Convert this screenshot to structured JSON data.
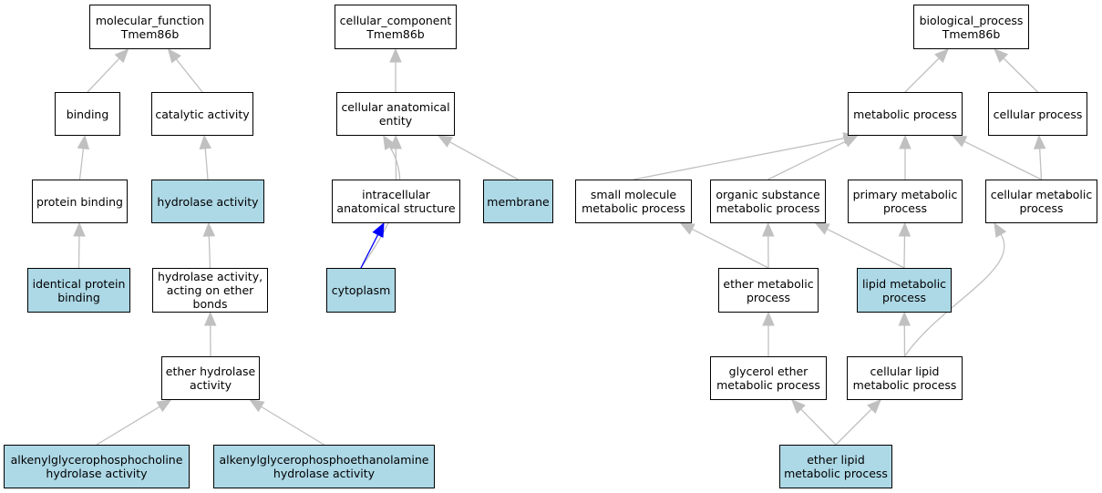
{
  "colors": {
    "highlight_fill": "#add8e6",
    "default_fill": "#ffffff",
    "edge": "#c0c0c0",
    "edge_emphasis": "#0000ff"
  },
  "nodes": {
    "mf_root": {
      "label": "molecular_function\nTmem86b",
      "highlighted": false
    },
    "binding": {
      "label": "binding",
      "highlighted": false
    },
    "catalytic": {
      "label": "catalytic activity",
      "highlighted": false
    },
    "protein_binding": {
      "label": "protein binding",
      "highlighted": false
    },
    "hydrolase": {
      "label": "hydrolase activity",
      "highlighted": true
    },
    "identical_binding": {
      "label": "identical protein\nbinding",
      "highlighted": true
    },
    "hydrolase_ether": {
      "label": "hydrolase activity,\nacting on ether\nbonds",
      "highlighted": false
    },
    "ether_hydrolase": {
      "label": "ether hydrolase\nactivity",
      "highlighted": false
    },
    "alkenyl_choline": {
      "label": "alkenylglycerophosphocholine\nhydrolase activity",
      "highlighted": true
    },
    "alkenyl_ethanolamine": {
      "label": "alkenylglycerophosphoethanolamine\nhydrolase activity",
      "highlighted": true
    },
    "cc_root": {
      "label": "cellular_component\nTmem86b",
      "highlighted": false
    },
    "cell_anat": {
      "label": "cellular anatomical\nentity",
      "highlighted": false
    },
    "intracellular": {
      "label": "intracellular\nanatomical structure",
      "highlighted": false
    },
    "membrane": {
      "label": "membrane",
      "highlighted": true
    },
    "cytoplasm": {
      "label": "cytoplasm",
      "highlighted": true
    },
    "bp_root": {
      "label": "biological_process\nTmem86b",
      "highlighted": false
    },
    "metabolic": {
      "label": "metabolic process",
      "highlighted": false
    },
    "cellular_process": {
      "label": "cellular process",
      "highlighted": false
    },
    "small_molecule": {
      "label": "small molecule\nmetabolic process",
      "highlighted": false
    },
    "organic_substance": {
      "label": "organic substance\nmetabolic process",
      "highlighted": false
    },
    "primary_metabolic": {
      "label": "primary metabolic\nprocess",
      "highlighted": false
    },
    "cellular_metabolic": {
      "label": "cellular metabolic\nprocess",
      "highlighted": false
    },
    "ether_metabolic": {
      "label": "ether metabolic\nprocess",
      "highlighted": false
    },
    "lipid_metabolic": {
      "label": "lipid metabolic\nprocess",
      "highlighted": true
    },
    "glycerol_ether": {
      "label": "glycerol ether\nmetabolic process",
      "highlighted": false
    },
    "cellular_lipid": {
      "label": "cellular lipid\nmetabolic process",
      "highlighted": false
    },
    "ether_lipid": {
      "label": "ether lipid\nmetabolic process",
      "highlighted": true
    }
  },
  "edges": [
    {
      "from": "binding",
      "to": "mf_root"
    },
    {
      "from": "catalytic",
      "to": "mf_root"
    },
    {
      "from": "protein_binding",
      "to": "binding"
    },
    {
      "from": "hydrolase",
      "to": "catalytic"
    },
    {
      "from": "identical_binding",
      "to": "protein_binding"
    },
    {
      "from": "hydrolase_ether",
      "to": "hydrolase"
    },
    {
      "from": "ether_hydrolase",
      "to": "hydrolase_ether"
    },
    {
      "from": "alkenyl_choline",
      "to": "ether_hydrolase"
    },
    {
      "from": "alkenyl_ethanolamine",
      "to": "ether_hydrolase"
    },
    {
      "from": "cell_anat",
      "to": "cc_root"
    },
    {
      "from": "intracellular",
      "to": "cell_anat"
    },
    {
      "from": "membrane",
      "to": "cell_anat"
    },
    {
      "from": "cytoplasm",
      "to": "cell_anat",
      "curved": true
    },
    {
      "from": "cytoplasm",
      "to": "intracellular",
      "emphasis": true
    },
    {
      "from": "metabolic",
      "to": "bp_root"
    },
    {
      "from": "cellular_process",
      "to": "bp_root"
    },
    {
      "from": "small_molecule",
      "to": "metabolic"
    },
    {
      "from": "organic_substance",
      "to": "metabolic"
    },
    {
      "from": "primary_metabolic",
      "to": "metabolic"
    },
    {
      "from": "cellular_metabolic",
      "to": "metabolic"
    },
    {
      "from": "cellular_metabolic",
      "to": "cellular_process"
    },
    {
      "from": "ether_metabolic",
      "to": "small_molecule"
    },
    {
      "from": "ether_metabolic",
      "to": "organic_substance"
    },
    {
      "from": "lipid_metabolic",
      "to": "organic_substance"
    },
    {
      "from": "lipid_metabolic",
      "to": "primary_metabolic"
    },
    {
      "from": "glycerol_ether",
      "to": "ether_metabolic"
    },
    {
      "from": "cellular_lipid",
      "to": "lipid_metabolic"
    },
    {
      "from": "cellular_lipid",
      "to": "cellular_metabolic",
      "curved": true
    },
    {
      "from": "ether_lipid",
      "to": "glycerol_ether"
    },
    {
      "from": "ether_lipid",
      "to": "cellular_lipid"
    }
  ]
}
